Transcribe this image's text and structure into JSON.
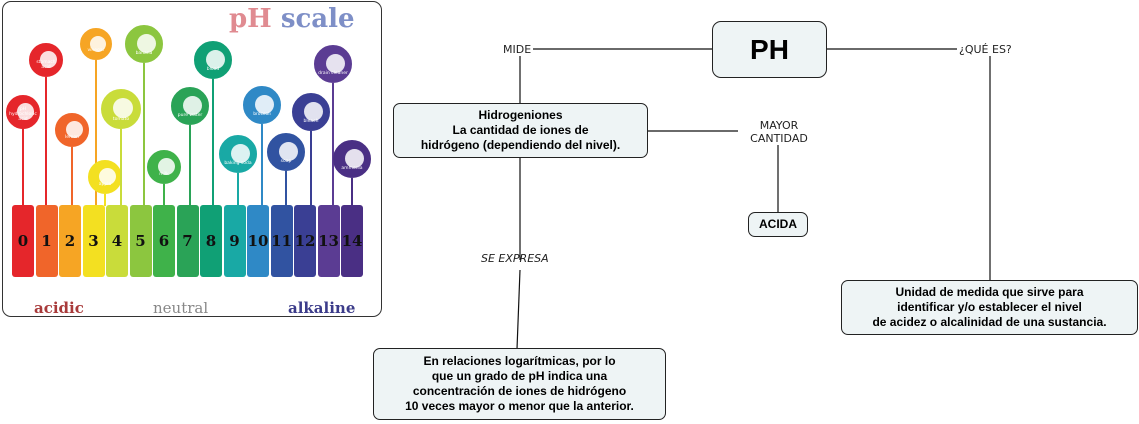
{
  "central": {
    "label": "PH"
  },
  "edges": {
    "mide": "MIDE",
    "que_es": "¿QUÉ ES?",
    "mayor_cantidad_1": "MAYOR",
    "mayor_cantidad_2": "CANTIDAD",
    "se_expresa": "SE EXPRESA"
  },
  "nodes": {
    "hidrogeniones": {
      "line1": "Hidrogeniones",
      "line2": "La cantidad de iones de",
      "line3": "hidrógeno (dependiendo del nivel)."
    },
    "acida": {
      "label": "ACIDA"
    },
    "definicion": {
      "line1": "Unidad de medida que sirve para",
      "line2": "identificar y/o establecer el nivel",
      "line3": "de acidez o alcalinidad de una sustancia."
    },
    "logaritmica": {
      "line1": "En relaciones logarítmicas, por lo",
      "line2": "que un grado de pH indica una",
      "line3": "concentración de iones de hidrógeno",
      "line4": "10 veces mayor o menor que la anterior."
    }
  },
  "ph_image": {
    "title_part1": "pH",
    "title_part2": "scale",
    "label_acidic": "acidic",
    "label_neutral": "neutral",
    "label_alkaline": "alkaline",
    "numbers": [
      "0",
      "1",
      "2",
      "3",
      "4",
      "5",
      "6",
      "7",
      "8",
      "9",
      "10",
      "11",
      "12",
      "13",
      "14"
    ],
    "colors": [
      "#e5262b",
      "#f0652a",
      "#f6a524",
      "#f3e021",
      "#c9dc3a",
      "#8cc63f",
      "#3fb24a",
      "#2aa357",
      "#10a075",
      "#19a9a5",
      "#2f89c6",
      "#3153a1",
      "#3a3f94",
      "#5b3c93",
      "#4a2f84"
    ],
    "items": [
      "pH hydrochloric acid",
      "stomach acid",
      "lemon",
      "vinegar",
      "apple",
      "tomato",
      "banana",
      "milk",
      "pure water",
      "blood",
      "baking soda",
      "broccoli",
      "soap",
      "bleach",
      "drain cleaner",
      "ammonia"
    ]
  }
}
